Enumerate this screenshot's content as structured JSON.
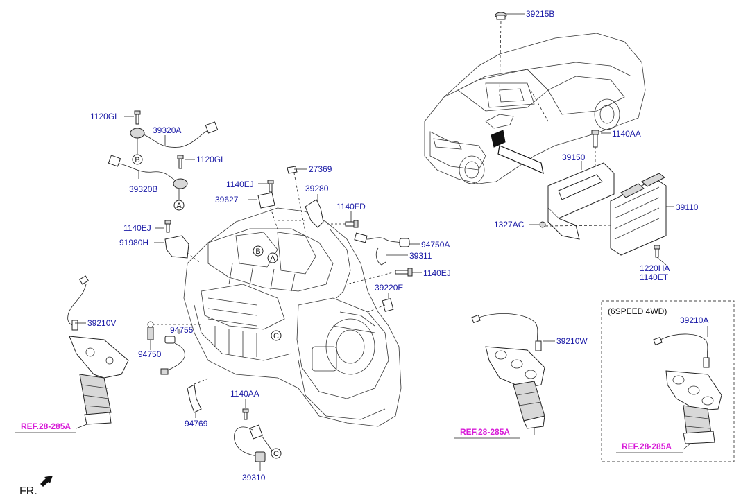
{
  "parts": {
    "p39215B": "39215B",
    "p1140AA_top": "1140AA",
    "p39150": "39150",
    "p39110": "39110",
    "p1327AC": "1327AC",
    "p1220HA": "1220HA",
    "p1140ET": "1140ET",
    "p1120GL_a": "1120GL",
    "p39320A": "39320A",
    "p1120GL_b": "1120GL",
    "p39320B": "39320B",
    "p27369": "27369",
    "p1140EJ_a": "1140EJ",
    "p39280": "39280",
    "p39627": "39627",
    "p1140FD": "1140FD",
    "p1140EJ_b": "1140EJ",
    "p91980H": "91980H",
    "p94750A": "94750A",
    "p39311": "39311",
    "p1140EJ_c": "1140EJ",
    "p39220E": "39220E",
    "p39210V": "39210V",
    "p94755": "94755",
    "p94750": "94750",
    "p94769": "94769",
    "p1140AA_bot": "1140AA",
    "p39310": "39310",
    "p39210W": "39210W",
    "p39210A": "39210A"
  },
  "refs": {
    "ref_left": "REF.28-285A",
    "ref_mid": "REF.28-285A",
    "ref_right": "REF.28-285A"
  },
  "variant_box": {
    "title": "(6SPEED 4WD)"
  },
  "markers": {
    "a": "A",
    "b": "B",
    "c": "C"
  },
  "direction": {
    "label": "FR."
  },
  "colors": {
    "part_number": "#1a1aa6",
    "reference": "#d81bd8",
    "line": "#222222"
  }
}
